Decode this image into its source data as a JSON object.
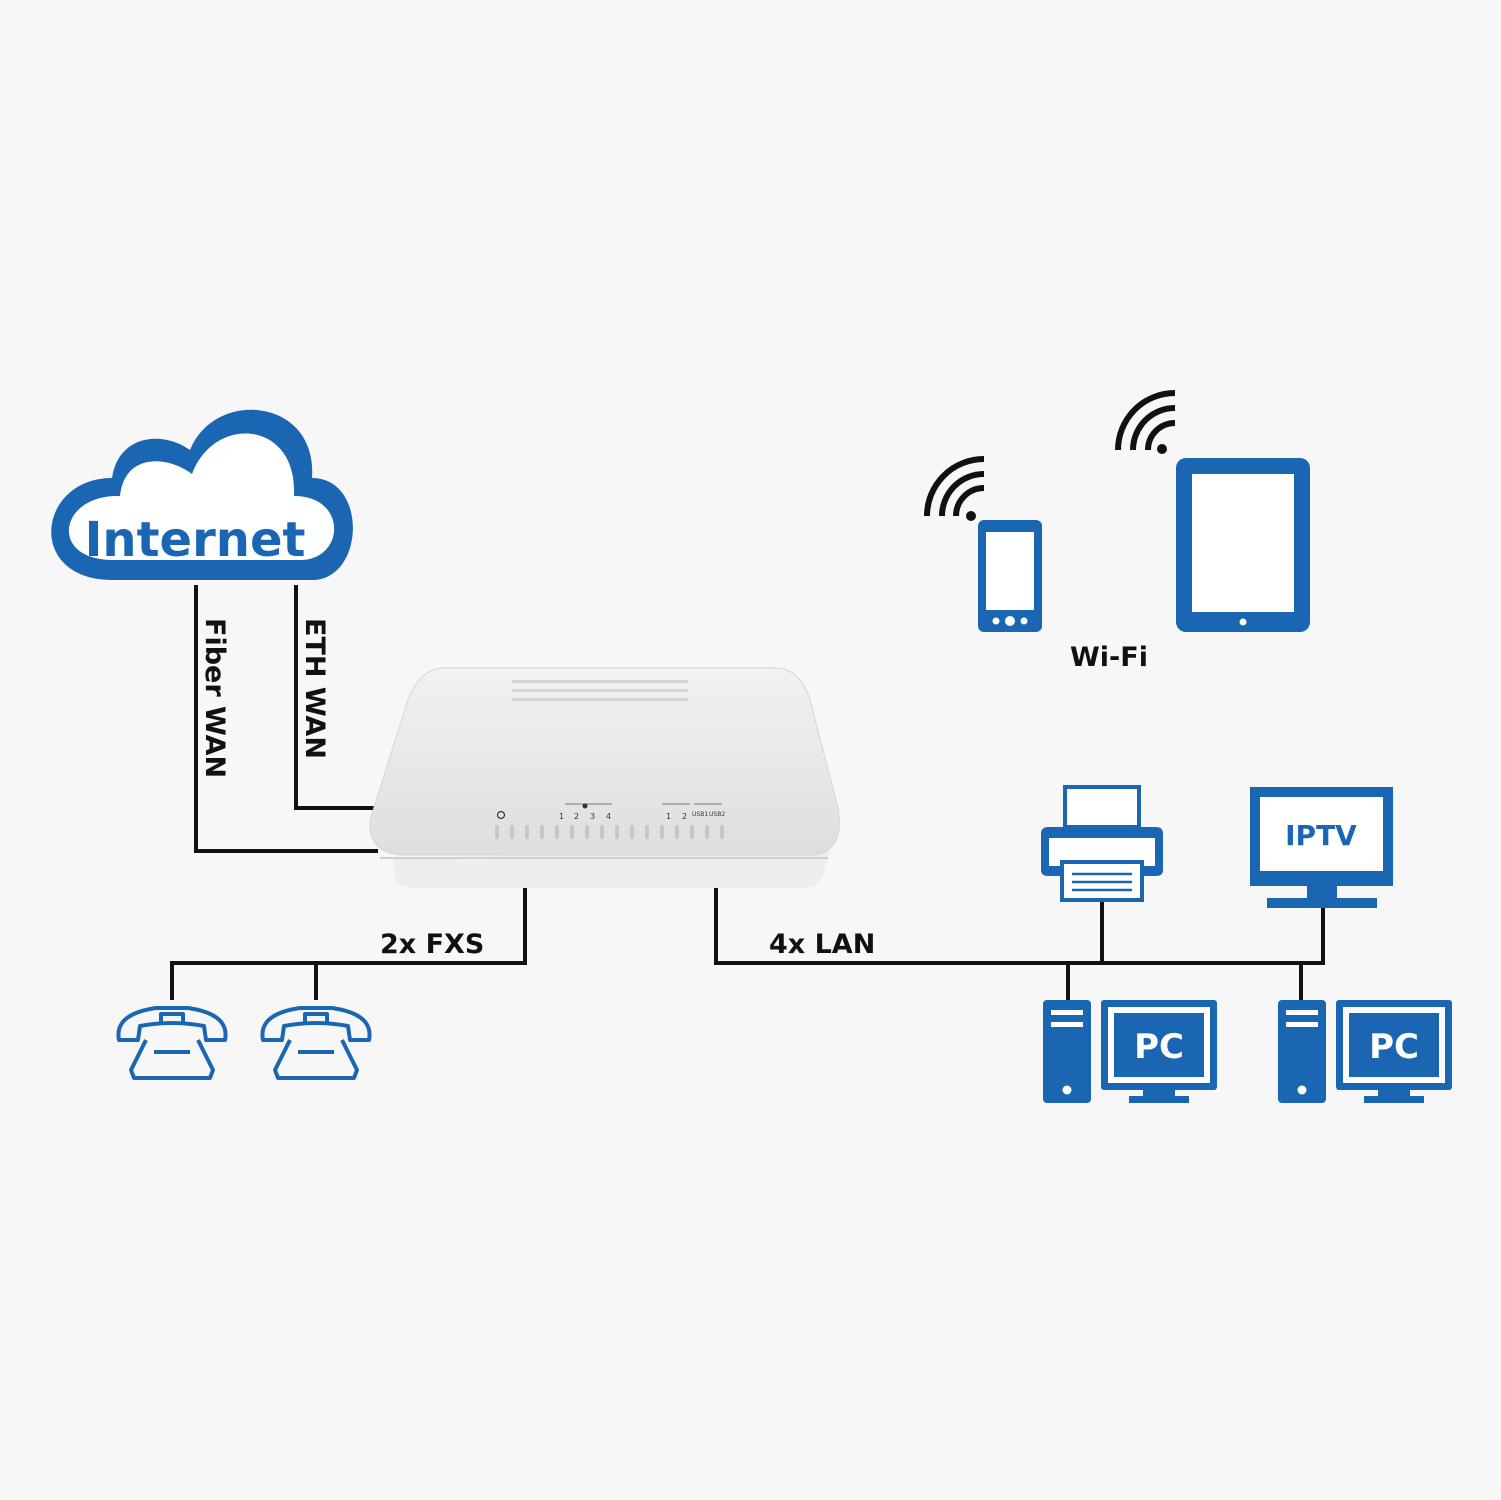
{
  "colors": {
    "accent": "#1a66b3",
    "line": "#111111",
    "background": "#f7f7f7",
    "router": "#eaeaea"
  },
  "cloud": {
    "label": "Internet"
  },
  "links": {
    "fiber_wan": "Fiber WAN",
    "eth_wan": "ETH WAN",
    "fxs": "2x FXS",
    "lan": "4x LAN",
    "wifi": "Wi-Fi"
  },
  "router": {
    "led_labels": [
      "1",
      "2",
      "3",
      "4",
      "1",
      "2",
      "USB1",
      "USB2"
    ]
  },
  "devices": {
    "iptv_label": "IPTV",
    "pc_label": "PC",
    "phone_icon": "telephone-icon",
    "smartphone_icon": "smartphone-icon",
    "tablet_icon": "tablet-icon",
    "printer_icon": "printer-icon",
    "monitor_icon": "monitor-icon",
    "desktop_icon": "desktop-pc-icon"
  }
}
